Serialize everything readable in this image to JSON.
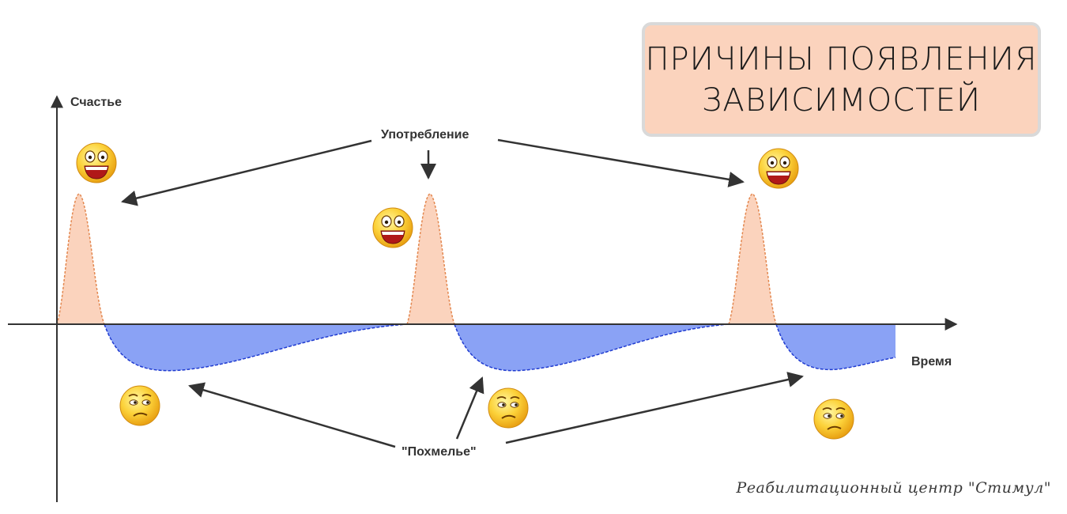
{
  "title": {
    "line1": "ПРИЧИНЫ ПОЯВЛЕНИЯ",
    "line2": "ЗАВИСИМОСТЕЙ"
  },
  "axes": {
    "y_label": "Счастье",
    "x_label": "Время"
  },
  "annotations": {
    "use": "Употребление",
    "hangover": "\"Похмелье\""
  },
  "footer": "Реабилитационный центр \"Стимул\"",
  "colors": {
    "peak_fill": "#fbd3bd",
    "peak_stroke": "#e3874f",
    "dip_fill": "#8aa2f5",
    "dip_stroke": "#1f3bd0",
    "axis": "#333333",
    "title_bg": "#fbd3bd"
  },
  "icons": {
    "happy": "laughing-emoji-icon",
    "sad": "displeased-emoji-icon"
  }
}
